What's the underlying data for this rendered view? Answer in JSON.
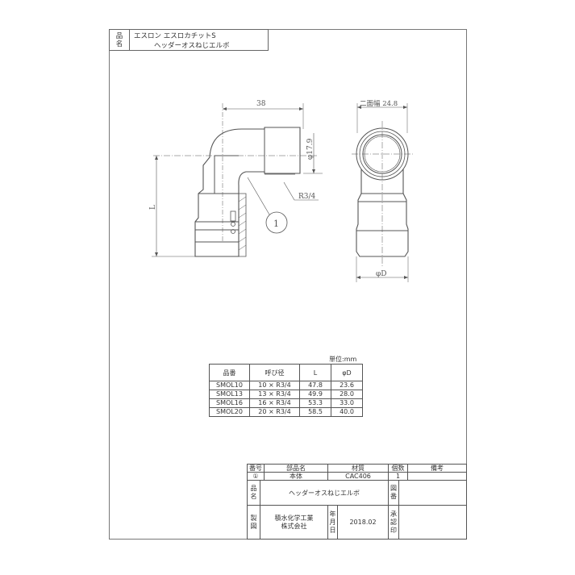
{
  "header": {
    "label_chars": [
      "品",
      "名"
    ],
    "line1": "エスロン  エスロカチットS",
    "line2": "ヘッダーオスねじエルボ"
  },
  "drawing": {
    "side_view": {
      "dim_width": "38",
      "dim_thread_dia": "φ17.9",
      "dim_length": "L",
      "thread_label": "R3/4",
      "part_balloon": "1"
    },
    "front_view": {
      "dim_across_flats": "二面幅 24.8",
      "dim_outer_dia": "φD"
    }
  },
  "spec_table": {
    "unit": "単位:mm",
    "headers": [
      "品番",
      "呼び径",
      "L",
      "φD"
    ],
    "rows": [
      [
        "SMOL10",
        "10 × R3/4",
        "47.8",
        "23.6"
      ],
      [
        "SMOL13",
        "13 × R3/4",
        "49.9",
        "28.0"
      ],
      [
        "SMOL16",
        "16 × R3/4",
        "53.3",
        "33.0"
      ],
      [
        "SMOL20",
        "20 × R3/4",
        "58.5",
        "40.0"
      ]
    ]
  },
  "title_block": {
    "parts_headers": [
      "番号",
      "部品名",
      "材質",
      "個数",
      "備考"
    ],
    "parts_rows": [
      [
        "①",
        "本体",
        "CAC406",
        "1",
        ""
      ]
    ],
    "name_label": [
      "品",
      "名"
    ],
    "name_value": "ヘッダーオスねじエルボ",
    "drawing_no_label": [
      "図",
      "番"
    ],
    "drawing_no_value": "",
    "drafted_label": [
      "製",
      "図"
    ],
    "company_line1": "積水化学工業",
    "company_line2": "株式会社",
    "date_label": [
      "年",
      "月",
      "日"
    ],
    "date_value": "2018.02",
    "approval_label": [
      "承",
      "認",
      "印"
    ],
    "approval_value": ""
  },
  "colors": {
    "line": "#555555",
    "frame": "#777777",
    "background": "#ffffff"
  }
}
